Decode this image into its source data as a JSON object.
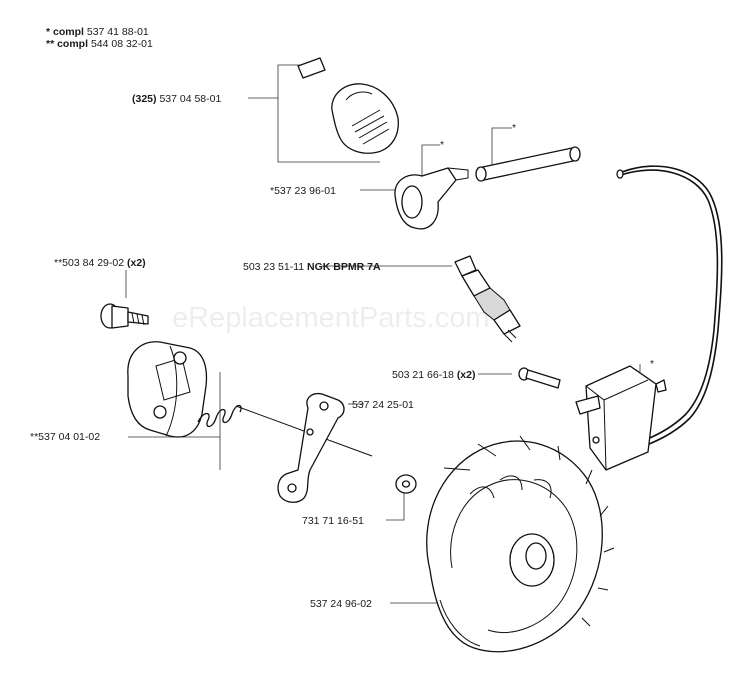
{
  "notes": [
    {
      "marker": "* compl",
      "number": "537 41 88-01"
    },
    {
      "marker": "** compl",
      "number": "544 08 32-01"
    }
  ],
  "labels": {
    "p325": {
      "prefix": "(325)",
      "number": "537 04 58-01",
      "suffix": ""
    },
    "p_cap_boot": {
      "prefix": "",
      "number": "*537 23 96-01",
      "suffix": ""
    },
    "p_screw_shoe": {
      "prefix": "",
      "number": "**503 84 29-02",
      "suffix": "(x2)"
    },
    "p_spark_plug": {
      "prefix": "",
      "number": "503 23 51-11",
      "suffix": "NGK BPMR 7A"
    },
    "p_screw_coil": {
      "prefix": "",
      "number": "503 21 66-18",
      "suffix": "(x2)"
    },
    "p_shoe": {
      "prefix": "",
      "number": "**537 04 01-02",
      "suffix": ""
    },
    "p_plate": {
      "prefix": "",
      "number": "537 24 25-01",
      "suffix": ""
    },
    "p_washer": {
      "prefix": "",
      "number": "731 71 16-51",
      "suffix": ""
    },
    "p_flywheel": {
      "prefix": "",
      "number": "537 24 96-02",
      "suffix": ""
    }
  },
  "asterisks": {
    "a1": "*",
    "a2": "*",
    "a3": "*"
  },
  "watermark": "eReplacementParts.com"
}
